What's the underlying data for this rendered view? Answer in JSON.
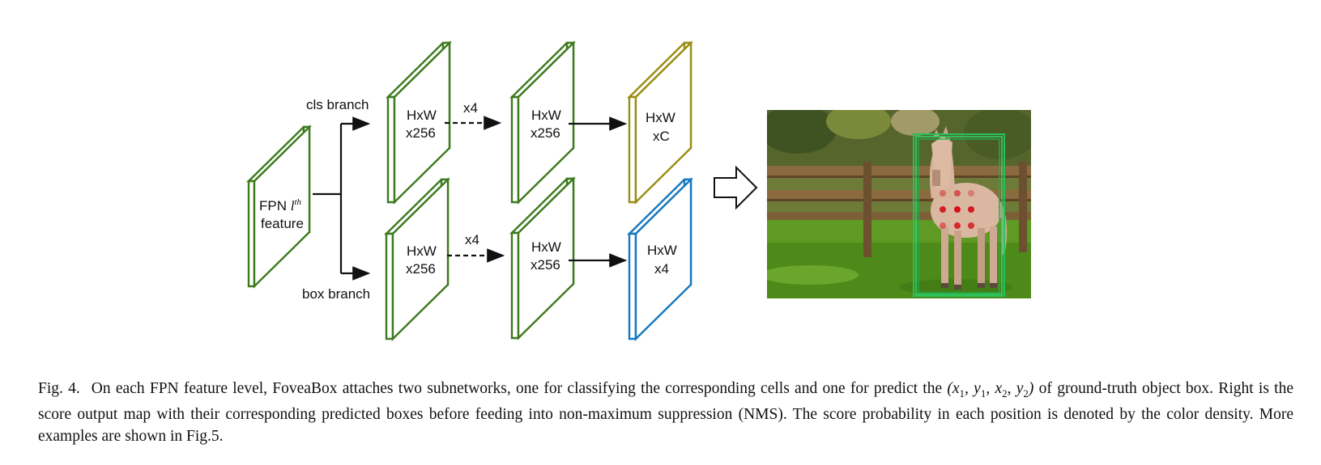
{
  "diagram": {
    "fpn_label_line1": "FPN",
    "fpn_label_italic": "l",
    "fpn_label_sup": "th",
    "fpn_label_line2": "feature",
    "cls_branch_label": "cls branch",
    "box_branch_label": "box branch",
    "repeat_label_top": "x4",
    "repeat_label_bottom": "x4",
    "block_dim": "HxW",
    "block_channels": "x256",
    "cls_out_dim": "HxW",
    "cls_out_channels": "xC",
    "box_out_dim": "HxW",
    "box_out_channels": "x4",
    "colors": {
      "feature_block": "#3d7a1e",
      "cls_output": "#9a8c12",
      "box_output": "#1677c0",
      "box_overlay": "#23c25a",
      "score_dot": "#d41018"
    }
  },
  "photo": {
    "subject": "horse standing in front of a wooden fence on grass",
    "overlay": "green predicted boxes and red score dots"
  },
  "caption": {
    "label": "Fig. 4.",
    "text_before_coords": "On each FPN feature level, FoveaBox attaches two subnetworks, one for classifying the corresponding cells and one for predict the ",
    "coords": "(x1, y1, x2, y2)",
    "text_after_coords": " of ground-truth object box. Right is the score output map with their corresponding predicted boxes before feeding into non-maximum suppression (NMS). The score probability in each position is denoted by the color density. More examples are shown in Fig.5."
  }
}
